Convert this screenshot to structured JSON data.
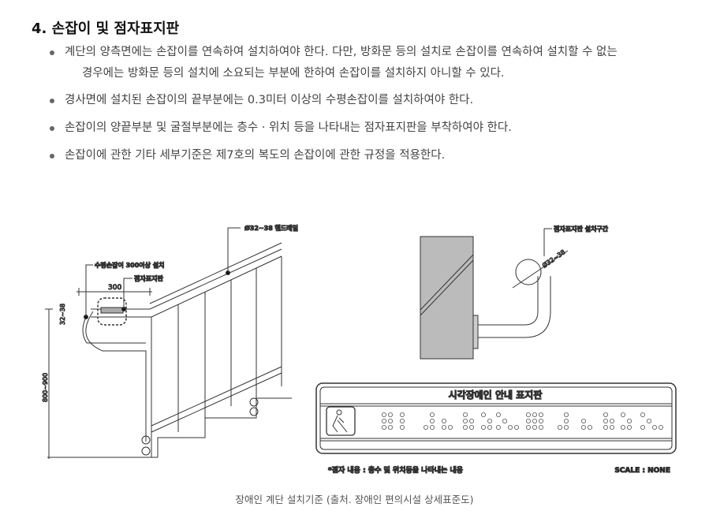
{
  "heading": "4. 손잡이 및 점자표지판",
  "bullets": [
    {
      "line1": "계단의 양측면에는 손잡이를 연속하여 설치하여야 한다. 다만, 방화문 등의 설치로 손잡이를 연속하여 설치할 수 없는",
      "line2": "경우에는 방화문 등의 설치에 소요되는 부분에 한하여 손잡이를 설치하지 아니할 수 있다."
    },
    {
      "line1": "경사면에 설치된 손잡이의 끝부분에는 0.3미터 이상의 수평손잡이를 설치하여야 한다."
    },
    {
      "line1": "손잡이의 양끝부분 및 굴절부분에는 층수 · 위치 등을 나타내는 점자표지판을 부착하여야 한다."
    },
    {
      "line1": "손잡이에 관한 기타 세부기준은 제7호의 복도의 손잡이에 관한 규정을 적용한다."
    }
  ],
  "figure": {
    "handrail_label": "Ø32~38 핸드레일",
    "horizontal_label": "수평손잡이 300이상 설치",
    "braille_label": "점자표지판",
    "dim_300": "300",
    "dim_diameter": "32~38",
    "dim_height": "800~900",
    "section_label": "점자표지판 설치구간",
    "section_dim": "Ø32~38",
    "sign_title": "시각장애인 안내 표지판",
    "braille_note": "*점자 내용 : 층수 및 위치등을 나타내는 내용",
    "scale": "SCALE : NONE"
  },
  "caption": "장애인 계단 설치기준 (출처. 장애인 편의시설 상세표준도)"
}
